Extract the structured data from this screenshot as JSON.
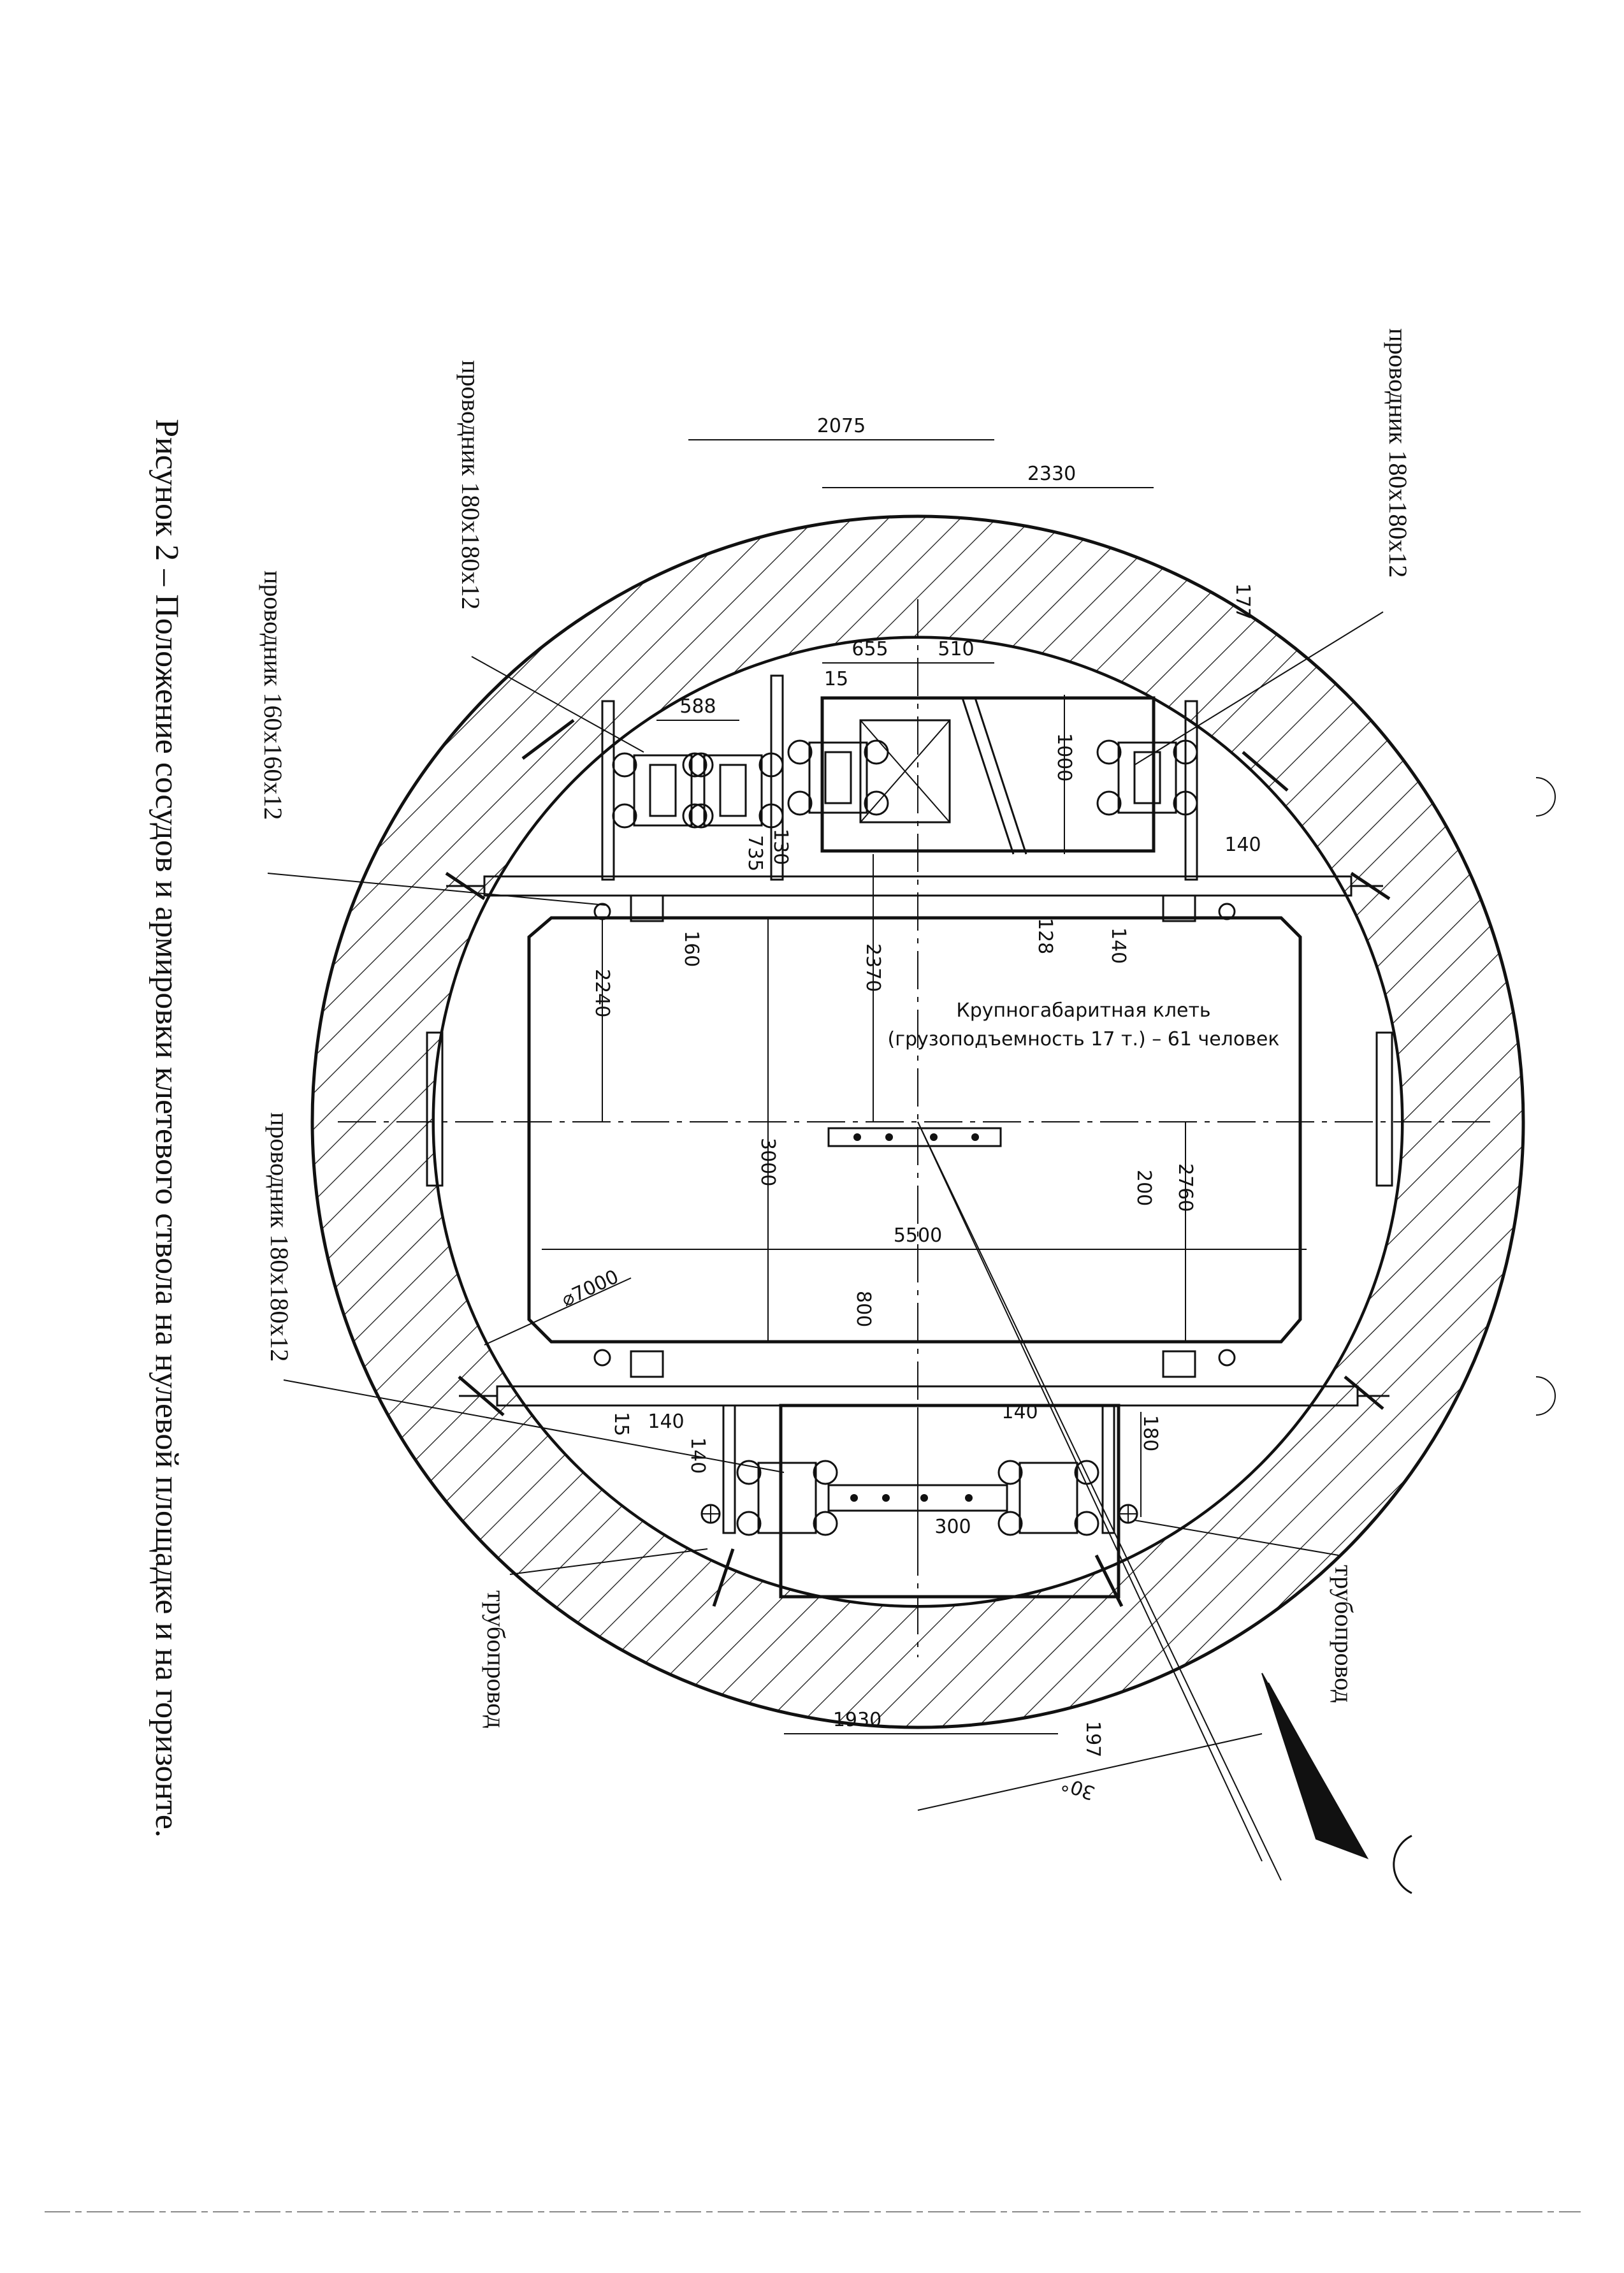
{
  "caption": "Рисунок 2 – Положение сосудов и армировки клетевого ствола на нулевой площадке и на горизонте.",
  "labels": {
    "guide_top_right": "проводник 180x180x12",
    "guide_top_left": "проводник 180x180x12",
    "guide_160": "проводник 160x160x12",
    "guide_bottom_left": "проводник 180x180x12",
    "pipe_left": "трубопровод",
    "pipe_right": "трубопровод",
    "cage_title": "Крупногабаритная клеть",
    "cage_capacity": "(грузоподъемность 17 т.) – 61 человек"
  },
  "dimensions": {
    "d2075": "2075",
    "d2330": "2330",
    "d655": "655",
    "d510": "510",
    "d15a": "15",
    "d588": "588",
    "d1000": "1000",
    "d177": "177",
    "d140a": "140",
    "d130": "130",
    "d735": "735",
    "d128": "128",
    "d140b": "140",
    "d160": "160",
    "d2370": "2370",
    "d2240": "2240",
    "d3000": "3000",
    "d200": "200",
    "d2760": "2760",
    "d5500": "5500",
    "d7000": "⌀7000",
    "d800": "800",
    "d15b": "15",
    "d140c": "140",
    "d140d": "140",
    "d140e": "140",
    "d180": "180",
    "d300": "300",
    "d1930": "1930",
    "d197": "197",
    "d30deg": "30°"
  }
}
